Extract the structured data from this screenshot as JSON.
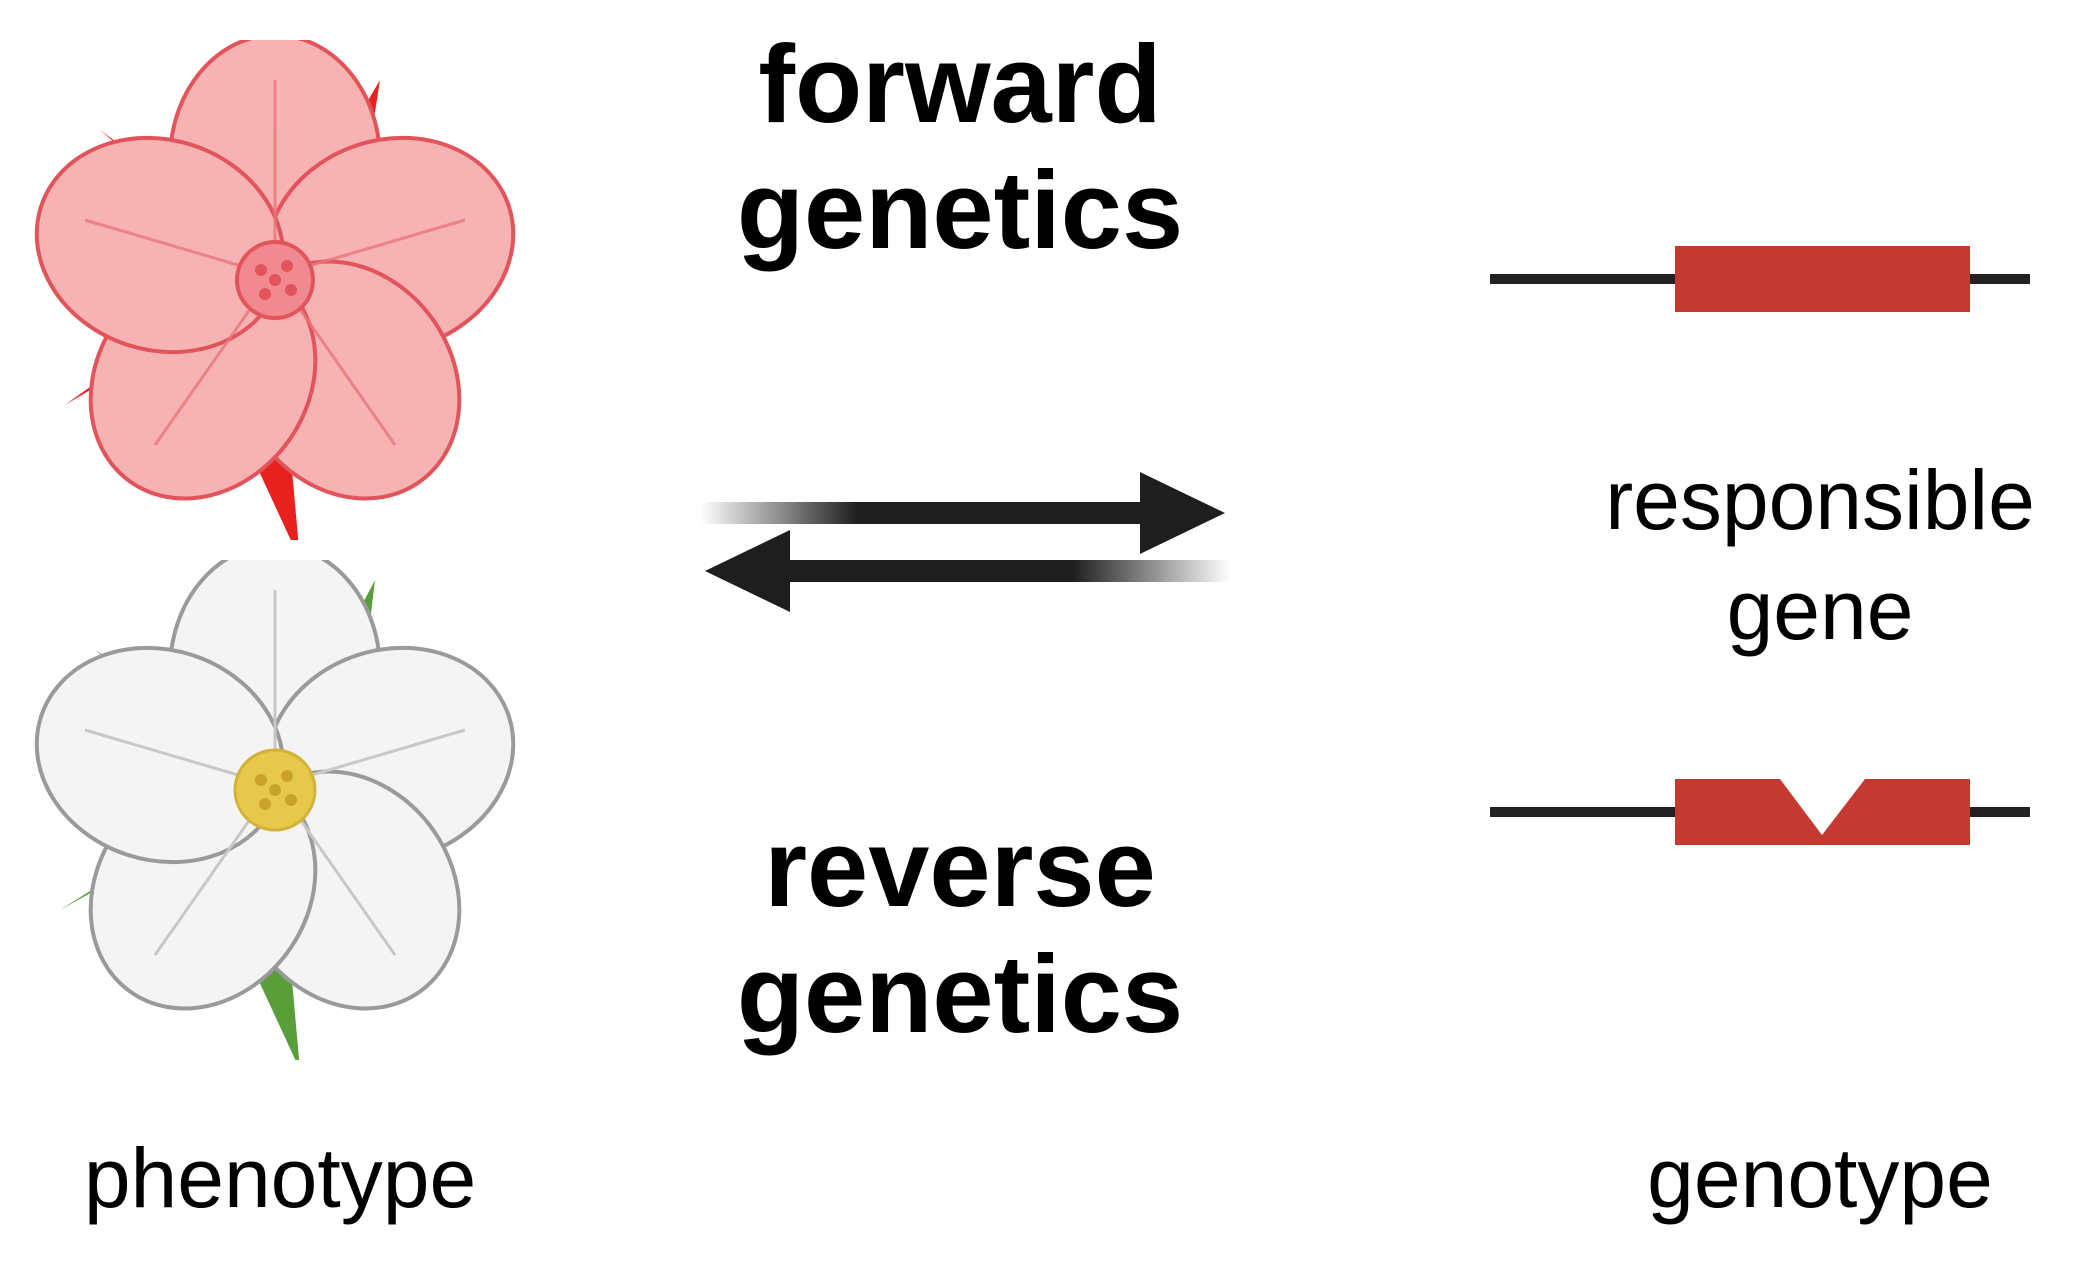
{
  "labels": {
    "forward_line1": "forward",
    "forward_line2": "genetics",
    "reverse_line1": "reverse",
    "reverse_line2": "genetics",
    "phenotype": "phenotype",
    "genotype": "genotype",
    "responsible_line1": "responsible",
    "responsible_line2": "gene"
  },
  "colors": {
    "red_petal": "#f4a3a6",
    "red_sepal": "#e8201e",
    "gene_red": "#c53a30",
    "gene_line": "#222222",
    "white_petal": "#f3f3f3",
    "green_sepal": "#5a9e3a",
    "yellow_center": "#e6c84a",
    "arrow": "#1e1e1e"
  }
}
